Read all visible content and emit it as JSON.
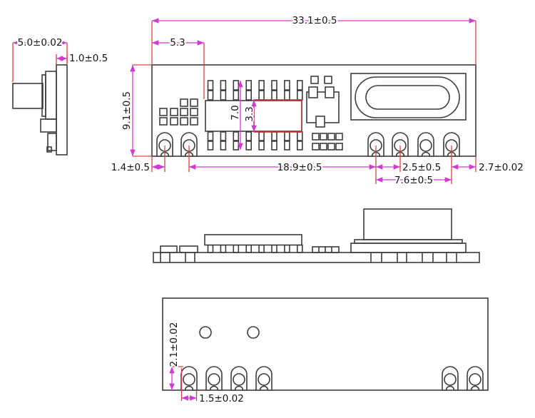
{
  "colors": {
    "outline": "#3c3c3c",
    "dimension_line": "#cf3ccf",
    "extension_line": "#d94040",
    "ic_highlight": "#cf3434",
    "background": "#ffffff"
  },
  "side_view": {
    "overall_thickness": "5.0±0.02",
    "pcb_thickness": "1.0±0.5"
  },
  "top_view": {
    "overall_width": "33.1±0.5",
    "edge_to_ic": "5.3",
    "overall_height": "9.1±0.5",
    "ic_with_pins_height": "7.0",
    "ic_body_height": "3.3",
    "edge_to_pin1": "1.4±0.5",
    "inner_pin_span": "18.9±0.5",
    "right_pin_pitch": "2.5±0.5",
    "right_pin_group_span": "7.6±0.5",
    "last_pin_to_edge": "2.7±0.02"
  },
  "bottom_view": {
    "pad_height": "2.1±0.02",
    "pad_width": "1.5±0.02"
  }
}
